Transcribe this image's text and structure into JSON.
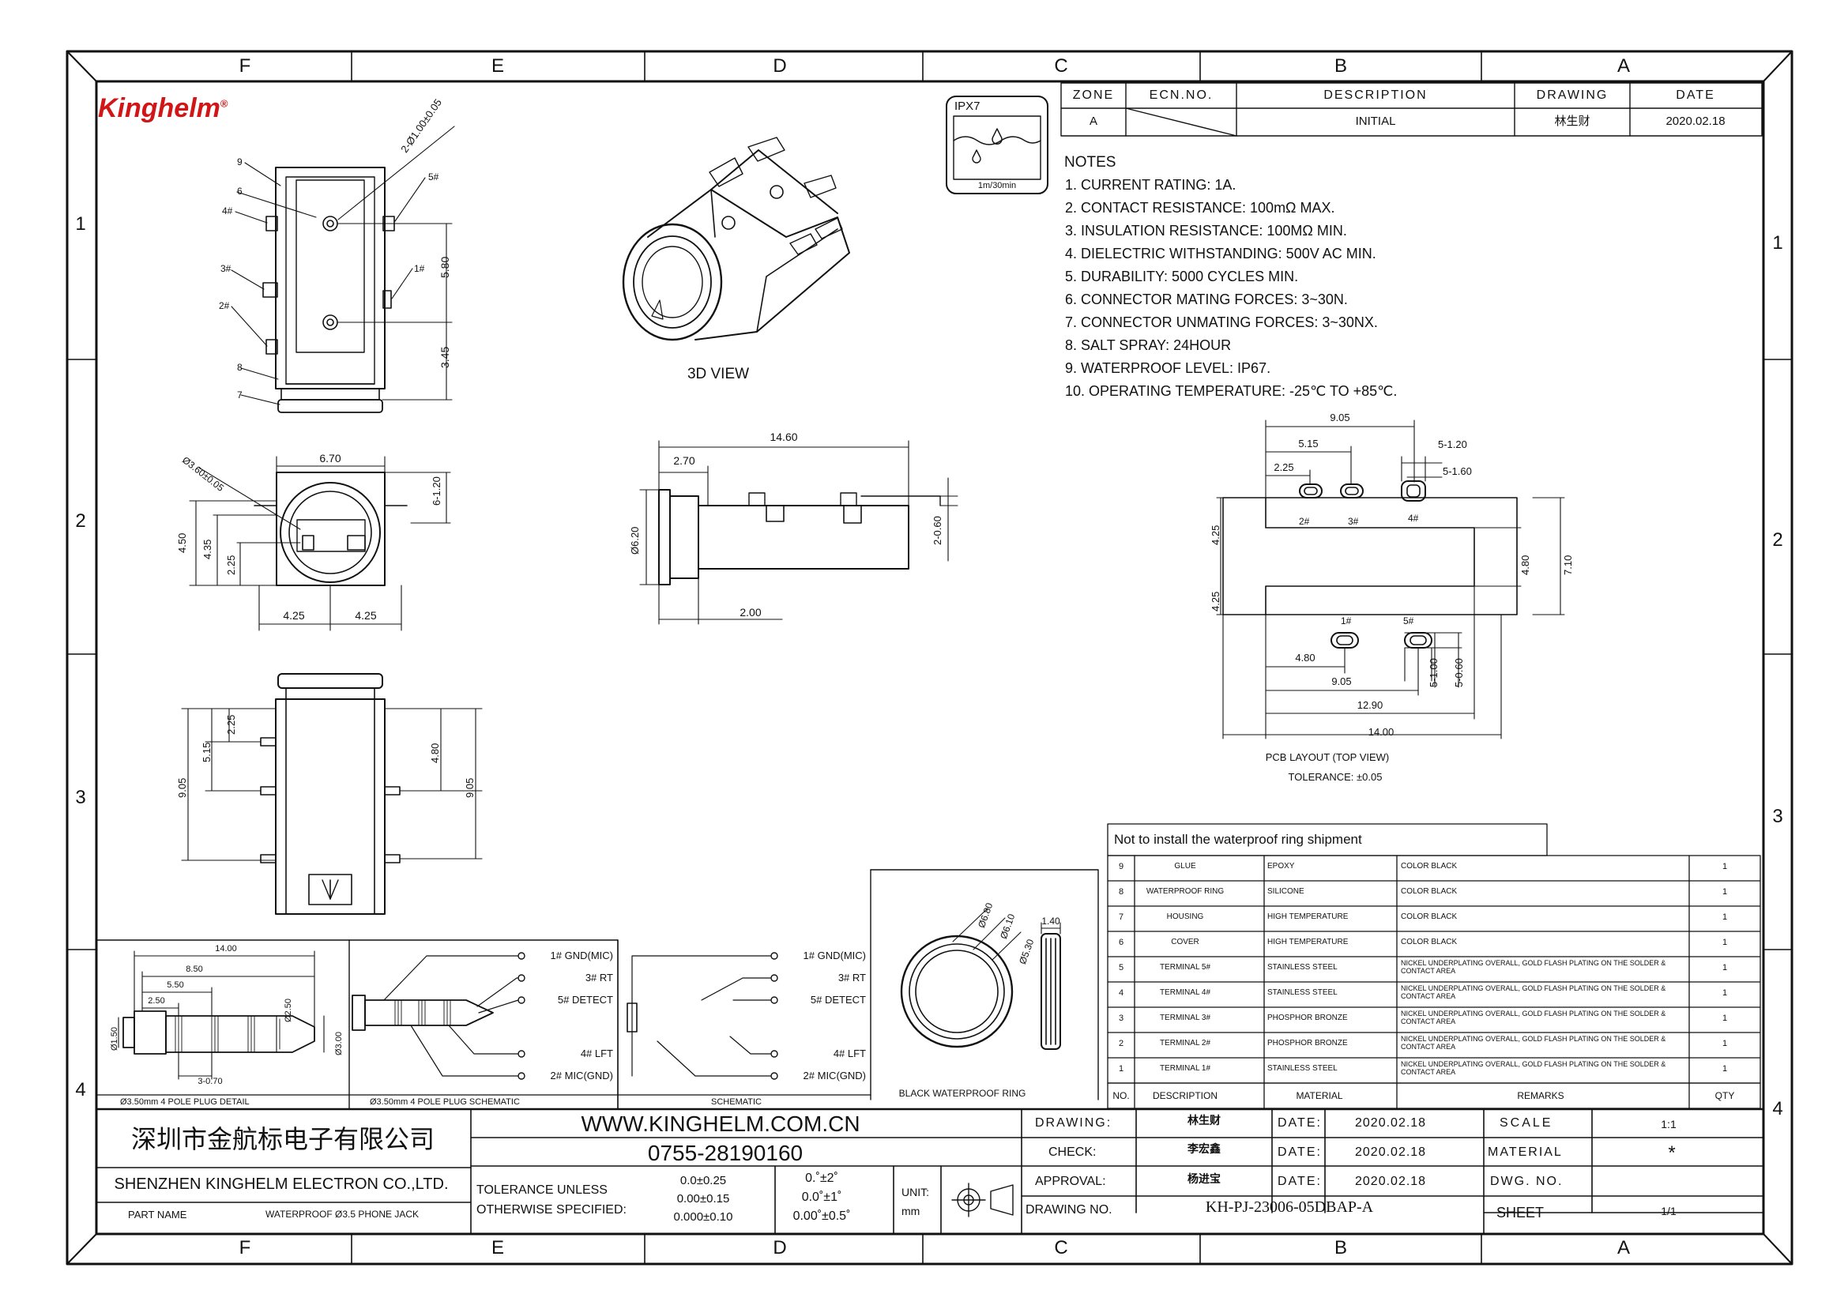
{
  "logo": {
    "text": "Kinghelm",
    "reg": "®",
    "color": "#d01616"
  },
  "zones_cols": [
    "F",
    "E",
    "D",
    "C",
    "B",
    "A"
  ],
  "zones_rows": [
    "1",
    "2",
    "3",
    "4"
  ],
  "ipx": {
    "label": "IPX7",
    "caption": "1m/30min"
  },
  "revision": {
    "headers": [
      "ZONE",
      "ECN.NO.",
      "DESCRIPTION",
      "DRAWING",
      "DATE"
    ],
    "row": [
      "A",
      "",
      "INITIAL",
      "林生财",
      "2020.02.18"
    ]
  },
  "notes": {
    "title": "NOTES",
    "items": [
      "1. CURRENT RATING: 1A.",
      "2. CONTACT RESISTANCE: 100mΩ MAX.",
      "3. INSULATION RESISTANCE: 100MΩ MIN.",
      "4. DIELECTRIC WITHSTANDING: 500V AC MIN.",
      "5. DURABILITY: 5000 CYCLES MIN.",
      "6. CONNECTOR MATING FORCES: 3~30N.",
      "7. CONNECTOR UNMATING FORCES: 3~30NX.",
      "8. SALT SPRAY: 24HOUR",
      "9. WATERPROOF LEVEL: IP67.",
      "10. OPERATING TEMPERATURE: -25℃ TO +85℃."
    ]
  },
  "view_labels": {
    "view3d": "3D VIEW",
    "pcb": "PCB LAYOUT (TOP VIEW)",
    "tolerance": "TOLERANCE: ±0.05",
    "ring": "BLACK WATERPROOF RING",
    "plug_detail": "Ø3.50mm 4 POLE PLUG DETAIL",
    "plug_schematic": "Ø3.50mm 4 POLE PLUG SCHEMATIC",
    "schematic": "SCHEMATIC"
  },
  "dims": {
    "top": {
      "hole": "2-Ø1.00±0.05",
      "d580": "5.80",
      "d345": "3.45",
      "pins": [
        "9",
        "6",
        "4#",
        "3#",
        "2#",
        "8",
        "7",
        "5#",
        "1#"
      ]
    },
    "front": {
      "d670": "6.70",
      "dia": "Ø3.60±0.05",
      "d120": "6-1.20",
      "d450": "4.50",
      "d435": "4.35",
      "d225": "2.25",
      "d425a": "4.25",
      "d425b": "4.25"
    },
    "side": {
      "d1460": "14.60",
      "d270": "2.70",
      "d620": "Ø6.20",
      "d060": "2-0.60",
      "d200": "2.00"
    },
    "bottom": {
      "d225": "2.25",
      "d515": "5.15",
      "d905": "9.05",
      "d480": "4.80",
      "d905b": "9.05"
    },
    "pcb": {
      "d905": "9.05",
      "d515": "5.15",
      "d225": "2.25",
      "d5120": "5-1.20",
      "d5160": "5-1.60",
      "d425a": "4.25",
      "d425b": "4.25",
      "d480": "4.80",
      "d710": "7.10",
      "d480b": "4.80",
      "d905b": "9.05",
      "d1290": "12.90",
      "d1400": "14.00",
      "d5100": "5-1.00",
      "d5060": "5-0.60",
      "pins": [
        "2#",
        "3#",
        "4#",
        "1#",
        "5#"
      ]
    },
    "ring": {
      "a": "Ø6.80",
      "b": "Ø6.10",
      "c": "Ø5.30",
      "d": "1.40"
    },
    "plug": {
      "d1400": "14.00",
      "d850": "8.50",
      "d550": "5.50",
      "d250": "2.50",
      "d150": "Ø1.50",
      "d250b": "Ø2.50",
      "d300": "Ø3.00",
      "d070": "3-0.70"
    }
  },
  "plug_pins": [
    "1# GND(MIC)",
    "3# RT",
    "5# DETECT",
    "4# LFT",
    "2# MIC(GND)"
  ],
  "bom": {
    "title": "Not to install the waterproof ring shipment",
    "headers": [
      "NO.",
      "DESCRIPTION",
      "MATERIAL",
      "REMARKS",
      "QTY"
    ],
    "rows": [
      {
        "no": "9",
        "desc": "GLUE",
        "mat": "EPOXY",
        "rem": "COLOR BLACK",
        "qty": "1"
      },
      {
        "no": "8",
        "desc": "WATERPROOF RING",
        "mat": "SILICONE",
        "rem": "COLOR BLACK",
        "qty": "1"
      },
      {
        "no": "7",
        "desc": "HOUSING",
        "mat": "HIGH TEMPERATURE",
        "rem": "COLOR BLACK",
        "qty": "1"
      },
      {
        "no": "6",
        "desc": "COVER",
        "mat": "HIGH TEMPERATURE",
        "rem": "COLOR BLACK",
        "qty": "1"
      },
      {
        "no": "5",
        "desc": "TERMINAL 5#",
        "mat": "STAINLESS STEEL",
        "rem": "NICKEL UNDERPLATING OVERALL, GOLD FLASH PLATING ON THE SOLDER & CONTACT AREA",
        "qty": "1"
      },
      {
        "no": "4",
        "desc": "TERMINAL 4#",
        "mat": "STAINLESS STEEL",
        "rem": "NICKEL UNDERPLATING OVERALL, GOLD FLASH PLATING ON THE SOLDER & CONTACT AREA",
        "qty": "1"
      },
      {
        "no": "3",
        "desc": "TERMINAL 3#",
        "mat": "PHOSPHOR BRONZE",
        "rem": "NICKEL UNDERPLATING OVERALL, GOLD FLASH PLATING ON THE SOLDER & CONTACT AREA",
        "qty": "1"
      },
      {
        "no": "2",
        "desc": "TERMINAL 2#",
        "mat": "PHOSPHOR BRONZE",
        "rem": "NICKEL UNDERPLATING OVERALL, GOLD FLASH PLATING ON THE SOLDER & CONTACT AREA",
        "qty": "1"
      },
      {
        "no": "1",
        "desc": "TERMINAL 1#",
        "mat": "STAINLESS STEEL",
        "rem": "NICKEL UNDERPLATING OVERALL, GOLD FLASH PLATING ON THE SOLDER & CONTACT AREA",
        "qty": "1"
      }
    ]
  },
  "title_block": {
    "company_cn": "深圳市金航标电子有限公司",
    "company_en": "SHENZHEN KINGHELM ELECTRON CO.,LTD.",
    "website": "WWW.KINGHELM.COM.CN",
    "phone": "0755-28190160",
    "part_name_label": "PART NAME",
    "part_name": "WATERPROOF Ø3.5 PHONE JACK",
    "tolerance_label1": "TOLERANCE UNLESS",
    "tolerance_label2": "OTHERWISE SPECIFIED:",
    "tol_lin": [
      "0.0±0.25",
      "0.00±0.15",
      "0.000±0.10"
    ],
    "tol_ang": [
      "0.˚±2˚",
      "0.0˚±1˚",
      "0.00˚±0.5˚"
    ],
    "unit_label": "UNIT:",
    "unit": "mm",
    "drawing_label": "DRAWING:",
    "check_label": "CHECK:",
    "approval_label": "APPROVAL:",
    "drawing_no_label": "DRAWING NO.",
    "drawn_by": "林生财",
    "checked_by": "李宏鑫",
    "approved_by": "杨进宝",
    "date_label": "DATE:",
    "date1": "2020.02.18",
    "date2": "2020.02.18",
    "date3": "2020.02.18",
    "scale_label": "SCALE",
    "scale": "1:1",
    "material_label": "MATERIAL",
    "material": "*",
    "dwg_no_label": "DWG. NO.",
    "sheet_label": "SHEET",
    "sheet": "1/1",
    "drawing_no": "KH-PJ-23006-05DBAP-A"
  }
}
